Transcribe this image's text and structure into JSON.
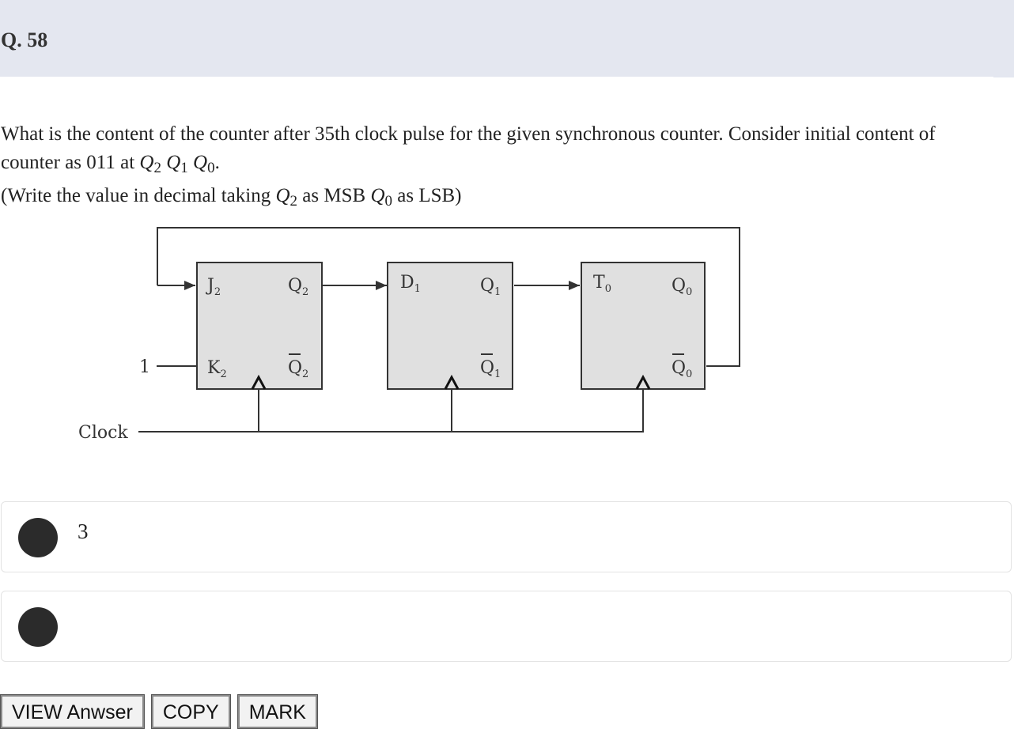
{
  "question": {
    "number": "Q. 58",
    "text_main": "What is the content of the counter after 35th clock pulse for the given synchronous counter. Consider initial content of counter as 011 at ",
    "text_end": ".",
    "hint_open": "(Write the value in decimal taking ",
    "hint_mid1": " as MSB ",
    "hint_mid2": " as LSB)",
    "q_sym": "Q",
    "sub2": "2",
    "sub1": "1",
    "sub0": "0"
  },
  "circuit": {
    "ff2": {
      "in1": "J",
      "in1_sub": "2",
      "in2": "K",
      "in2_sub": "2",
      "out": "Q",
      "out_sub": "2"
    },
    "ff1": {
      "in1": "D",
      "in1_sub": "1",
      "out": "Q",
      "out_sub": "1"
    },
    "ff0": {
      "in1": "T",
      "in1_sub": "0",
      "out": "Q",
      "out_sub": "0"
    },
    "const_one": "1",
    "clock_label": "Clock"
  },
  "options": [
    {
      "label": "3"
    },
    {
      "label": ""
    }
  ],
  "buttons": {
    "view": "VIEW Anwser",
    "copy": "COPY",
    "mark": "MARK"
  }
}
